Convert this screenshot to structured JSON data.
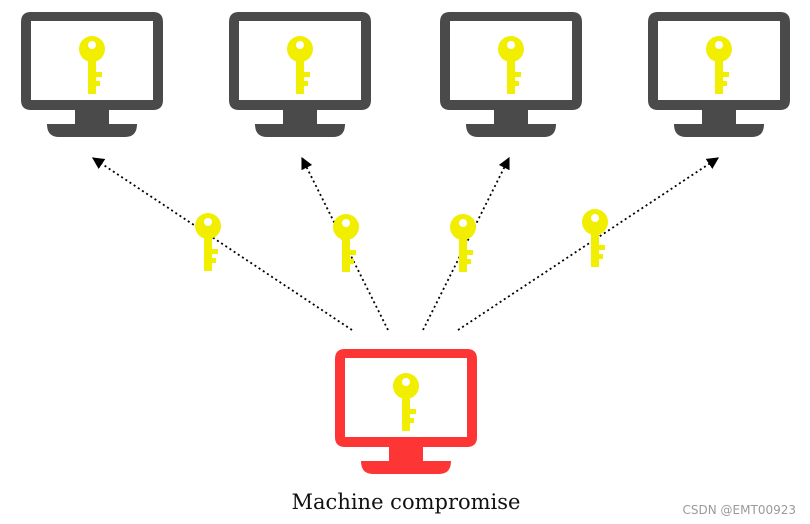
{
  "caption": "Machine compromise",
  "watermark": "CSDN @EMT00923",
  "colors": {
    "monitor": "#4a4a4a",
    "compromised_monitor": "#fe3535",
    "key": "#f1ee00",
    "arrow": "#000000",
    "caption_text": "#111111",
    "watermark_text": "#9a9a9a"
  },
  "icons": {
    "monitor": "monitor-icon",
    "key": "key-icon"
  },
  "nodes": [
    {
      "id": "target-machine-1",
      "role": "target"
    },
    {
      "id": "target-machine-2",
      "role": "target"
    },
    {
      "id": "target-machine-3",
      "role": "target"
    },
    {
      "id": "target-machine-4",
      "role": "target"
    },
    {
      "id": "compromised-machine",
      "role": "compromised"
    }
  ],
  "edges": [
    {
      "from": "compromised-machine",
      "to": "target-machine-1",
      "style": "dotted",
      "carries": "key"
    },
    {
      "from": "compromised-machine",
      "to": "target-machine-2",
      "style": "dotted",
      "carries": "key"
    },
    {
      "from": "compromised-machine",
      "to": "target-machine-3",
      "style": "dotted",
      "carries": "key"
    },
    {
      "from": "compromised-machine",
      "to": "target-machine-4",
      "style": "dotted",
      "carries": "key"
    }
  ]
}
